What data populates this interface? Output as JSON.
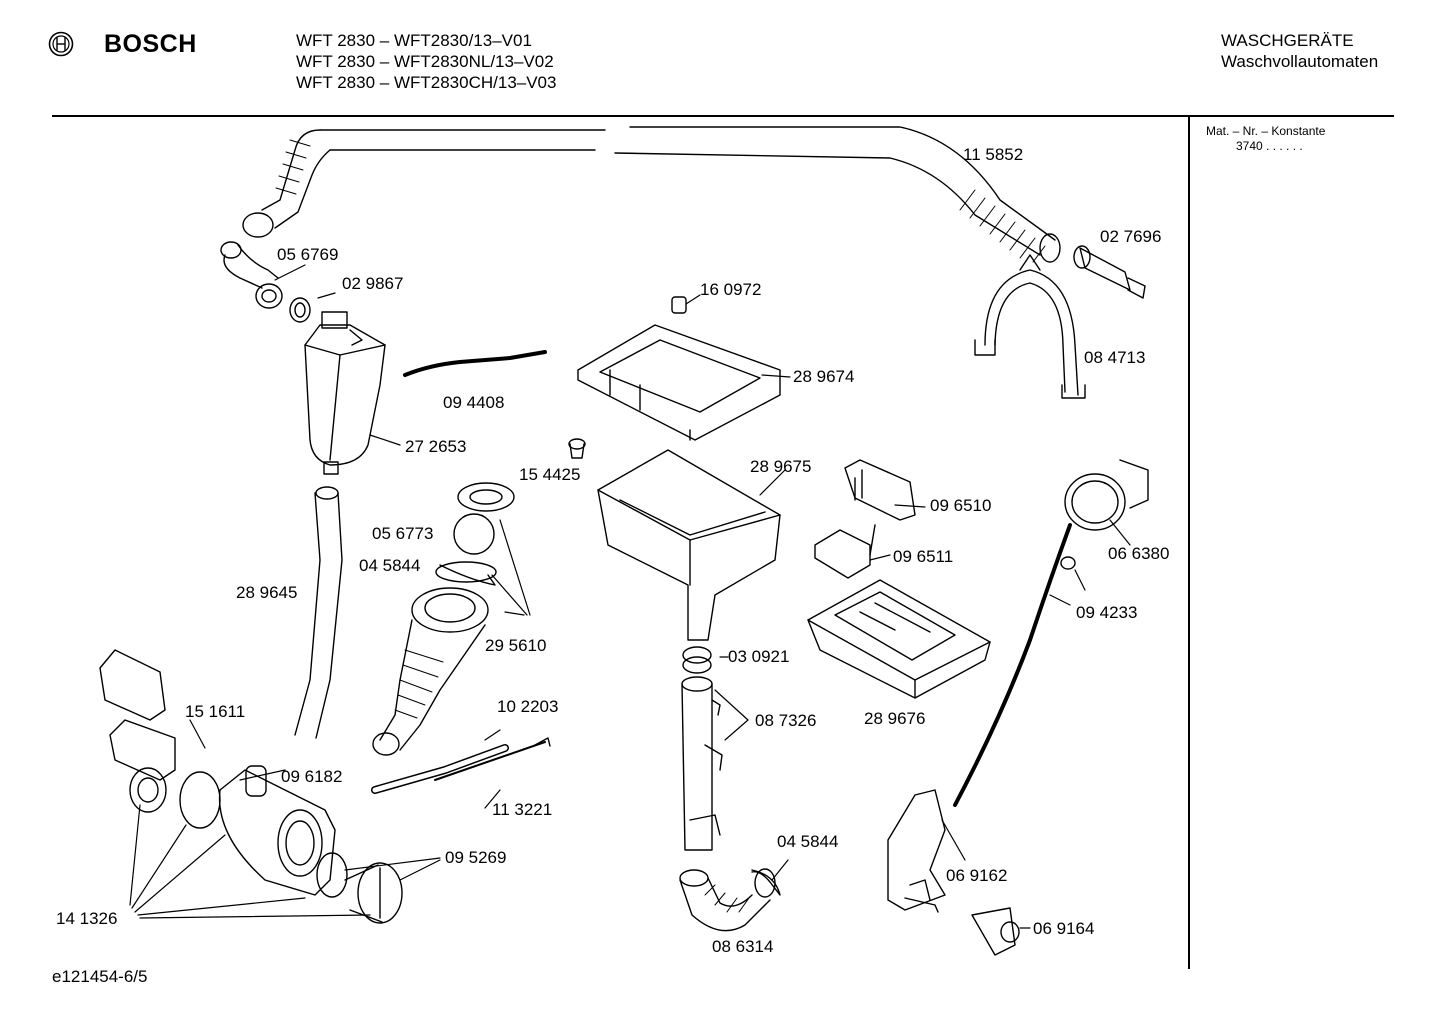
{
  "header": {
    "brand": "BOSCH",
    "models": [
      "WFT 2830 – WFT2830/13–V01",
      "WFT 2830 – WFT2830NL/13–V02",
      "WFT 2830 – WFT2830CH/13–V03"
    ],
    "category": [
      "WASCHGERÄTE",
      "Waschvollautomaten"
    ]
  },
  "sidebar": {
    "heading": "Mat. – Nr. – Konstante",
    "value": "3740  .  .    .  .  .  ."
  },
  "footer": {
    "drawing_id": "e121454-6/5"
  },
  "parts": [
    {
      "id": "p1",
      "label": "11 5852"
    },
    {
      "id": "p2",
      "label": "02 7696"
    },
    {
      "id": "p3",
      "label": "05 6769"
    },
    {
      "id": "p4",
      "label": "02 9867"
    },
    {
      "id": "p5",
      "label": "16 0972"
    },
    {
      "id": "p6",
      "label": "08 4713"
    },
    {
      "id": "p7",
      "label": "28 9674"
    },
    {
      "id": "p8",
      "label": "09 4408"
    },
    {
      "id": "p9",
      "label": "27 2653"
    },
    {
      "id": "p10",
      "label": "15 4425"
    },
    {
      "id": "p11",
      "label": "28 9675"
    },
    {
      "id": "p12",
      "label": "09 6510"
    },
    {
      "id": "p13",
      "label": "06 6380"
    },
    {
      "id": "p14",
      "label": "05 6773"
    },
    {
      "id": "p15",
      "label": "04 5844"
    },
    {
      "id": "p16",
      "label": "09 6511"
    },
    {
      "id": "p17",
      "label": "09 4233"
    },
    {
      "id": "p18",
      "label": "28 9645"
    },
    {
      "id": "p19",
      "label": "29 5610"
    },
    {
      "id": "p20",
      "label": "03 0921"
    },
    {
      "id": "p21",
      "label": "15 1611"
    },
    {
      "id": "p22",
      "label": "10 2203"
    },
    {
      "id": "p23",
      "label": "08 7326"
    },
    {
      "id": "p24",
      "label": "28 9676"
    },
    {
      "id": "p25",
      "label": "09 6182"
    },
    {
      "id": "p26",
      "label": "11 3221"
    },
    {
      "id": "p27",
      "label": "04 5844"
    },
    {
      "id": "p28",
      "label": "09 5269"
    },
    {
      "id": "p29",
      "label": "06 9162"
    },
    {
      "id": "p30",
      "label": "14 1326"
    },
    {
      "id": "p31",
      "label": "08 6314"
    },
    {
      "id": "p32",
      "label": "06 9164"
    }
  ]
}
